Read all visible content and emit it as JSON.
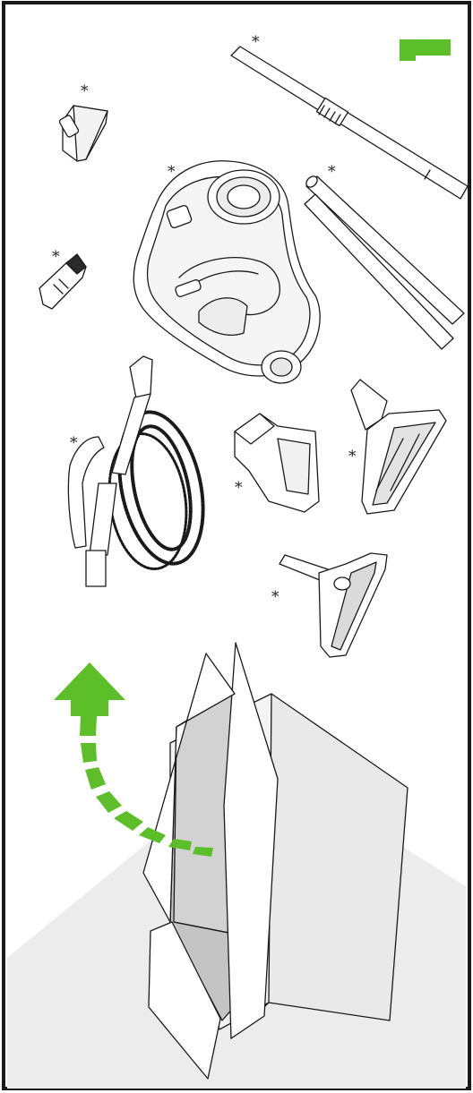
{
  "manual_page": {
    "optional_marker": "*",
    "accent_color": "#5cbf2a",
    "line_color": "#1a1a1a",
    "box_shade": "#e9e9e9",
    "box_inner_shade": "#c4c4c4",
    "floor_shade": "#ececec",
    "callout_tab_color": "#5cbf2a",
    "arrow_direction": "up-out-of-box",
    "parts": [
      {
        "name": "upholstery-nozzle",
        "optional": true
      },
      {
        "name": "telescopic-tube",
        "optional": true
      },
      {
        "name": "vacuum-body",
        "optional": true
      },
      {
        "name": "extension-tubes",
        "optional": true
      },
      {
        "name": "crevice-tool",
        "optional": true
      },
      {
        "name": "hose-with-handle",
        "optional": true
      },
      {
        "name": "turbo-brush",
        "optional": true
      },
      {
        "name": "parquet-nozzle",
        "optional": true
      },
      {
        "name": "floor-nozzle",
        "optional": true
      }
    ]
  }
}
